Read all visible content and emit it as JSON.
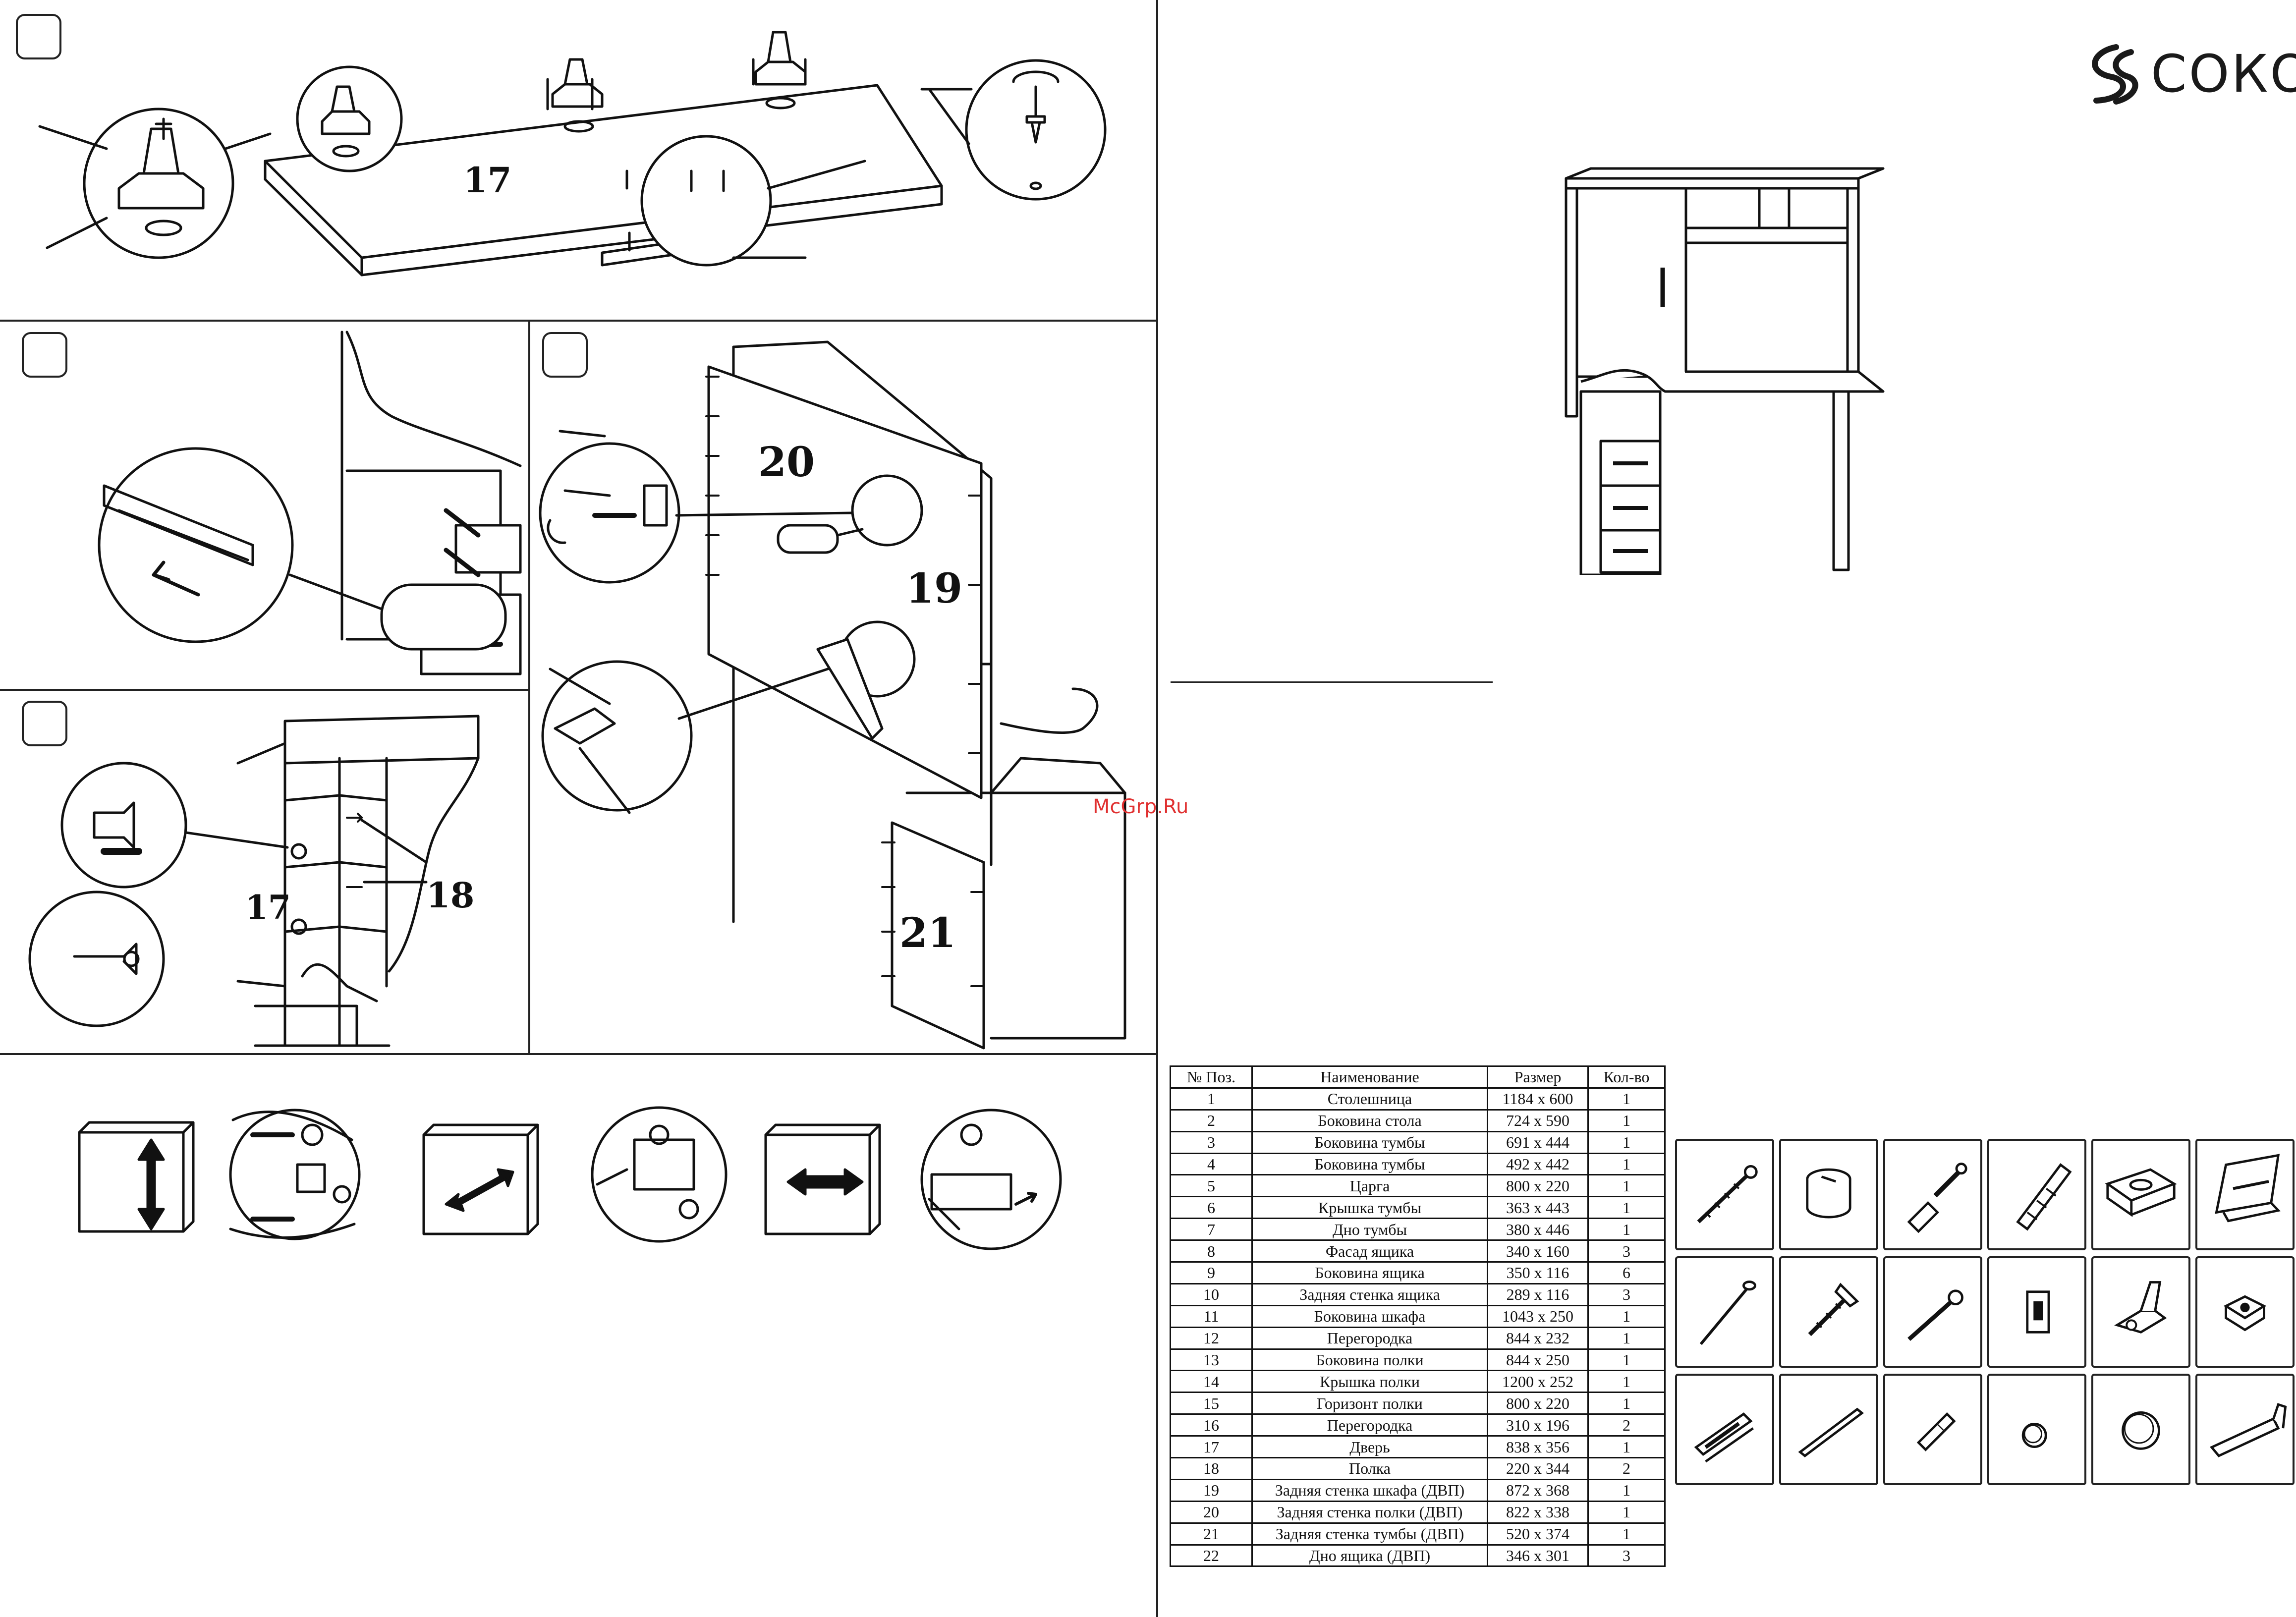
{
  "brand": {
    "logo_text": "СОКОЛ"
  },
  "watermark": "McGrp.Ru",
  "diagram_labels": {
    "p17_top": "17",
    "p20": "20",
    "p19": "19",
    "p21": "21",
    "p17_door": "17",
    "p18": "18"
  },
  "parts_table": {
    "headers": [
      "№ Поз.",
      "Наименование",
      "Размер",
      "Кол-во"
    ],
    "rows": [
      [
        "1",
        "Столешница",
        "1184 х 600",
        "1"
      ],
      [
        "2",
        "Боковина стола",
        "724 х 590",
        "1"
      ],
      [
        "3",
        "Боковина тумбы",
        "691 х 444",
        "1"
      ],
      [
        "4",
        "Боковина тумбы",
        "492 х 442",
        "1"
      ],
      [
        "5",
        "Царга",
        "800 х 220",
        "1"
      ],
      [
        "6",
        "Крышка тумбы",
        "363 х 443",
        "1"
      ],
      [
        "7",
        "Дно тумбы",
        "380 х 446",
        "1"
      ],
      [
        "8",
        "Фасад ящика",
        "340 х 160",
        "3"
      ],
      [
        "9",
        "Боковина ящика",
        "350 х 116",
        "6"
      ],
      [
        "10",
        "Задняя стенка ящика",
        "289 х 116",
        "3"
      ],
      [
        "11",
        "Боковина шкафа",
        "1043 х 250",
        "1"
      ],
      [
        "12",
        "Перегородка",
        "844 х 232",
        "1"
      ],
      [
        "13",
        "Боковина полки",
        "844 х 250",
        "1"
      ],
      [
        "14",
        "Крышка полки",
        "1200 х 252",
        "1"
      ],
      [
        "15",
        "Горизонт полки",
        "800 х 220",
        "1"
      ],
      [
        "16",
        "Перегородка",
        "310 х 196",
        "2"
      ],
      [
        "17",
        "Дверь",
        "838 х 356",
        "1"
      ],
      [
        "18",
        "Полка",
        "220 х 344",
        "2"
      ],
      [
        "19",
        "Задняя стенка шкафа (ДВП)",
        "872 х 368",
        "1"
      ],
      [
        "20",
        "Задняя стенка полки (ДВП)",
        "822 х 338",
        "1"
      ],
      [
        "21",
        "Задняя стенка тумбы (ДВП)",
        "520 х 374",
        "1"
      ],
      [
        "22",
        "Дно ящика (ДВП)",
        "346 х 301",
        "3"
      ]
    ]
  },
  "hardware": [
    {
      "icon": "confirmat-screw-icon"
    },
    {
      "icon": "eccentric-cam-icon"
    },
    {
      "icon": "cam-bolt-icon"
    },
    {
      "icon": "wooden-dowel-icon"
    },
    {
      "icon": "shelf-bracket-icon"
    },
    {
      "icon": "handle-icon"
    },
    {
      "icon": "nail-icon"
    },
    {
      "icon": "wood-screw-icon"
    },
    {
      "icon": "short-screw-icon"
    },
    {
      "icon": "hinge-plate-icon"
    },
    {
      "icon": "furniture-hinge-icon"
    },
    {
      "icon": "hinge-mount-icon"
    },
    {
      "icon": "drawer-slide-icon"
    },
    {
      "icon": "rail-icon"
    },
    {
      "icon": "shelf-pin-icon"
    },
    {
      "icon": "cap-small-icon"
    },
    {
      "icon": "cap-large-icon"
    },
    {
      "icon": "hex-key-icon"
    }
  ]
}
